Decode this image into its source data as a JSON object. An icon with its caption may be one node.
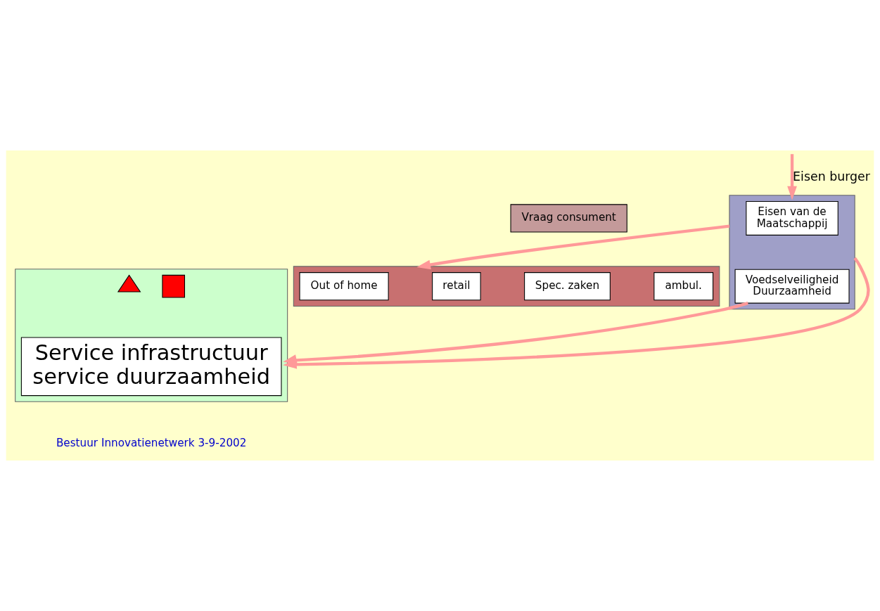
{
  "diagram": {
    "nodes": [
      {
        "text": [],
        "shape": "box"
      },
      {
        "text": [
          "Eisen van de Maatschappij"
        ],
        "in": 0
      },
      {
        "text": [
          "Voedselveiligheid Duurzaamheid"
        ],
        "in": 0
      },
      {
        "text": [
          "Vraag consument"
        ]
      },
      {
        "text": [],
        "shape": "box"
      },
      {
        "text": [
          "Out of home"
        ],
        "in": 4
      },
      {
        "text": [
          "retail"
        ],
        "in": 4
      },
      {
        "text": [
          "Spec. zaken"
        ],
        "in": 4
      },
      {
        "text": [
          "ambul."
        ],
        "in": 4
      },
      {
        "text": [],
        "shape": "box"
      },
      {
        "text": [
          "Service infrastructuur service duurzaamheid"
        ],
        "in": 9
      },
      {
        "text": [],
        "shape": "box",
        "in": 9
      },
      {
        "text": [],
        "shape": "triangle",
        "in": 9
      }
    ],
    "edges": [
      {
        "from": null,
        "to": 0,
        "arrow": "to",
        "label": "Eisen burger"
      },
      {
        "from": 0,
        "to": 4,
        "arrow": "to"
      },
      {
        "from": 0,
        "to": 9,
        "arrow": "to"
      },
      {
        "from": 2,
        "to": 9,
        "arrow": "to"
      }
    ],
    "labels": [
      "Bestuur Innovatienetwerk 3-9-2002"
    ]
  }
}
